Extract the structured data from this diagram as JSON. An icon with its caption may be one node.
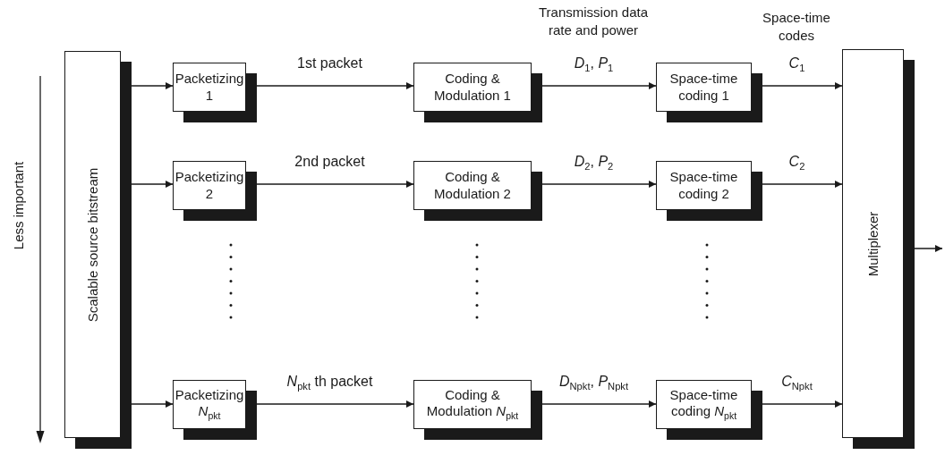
{
  "diagram": {
    "nodes": [
      {
        "text": [
          "Scalable source bitstream"
        ]
      },
      {
        "text": [
          "Packetizing 1"
        ]
      },
      {
        "text": [
          "Packetizing 2"
        ]
      },
      {
        "text": [
          "Packetizing *N*$_{pkt}$"
        ]
      },
      {
        "text": [
          "Coding & Modulation 1"
        ]
      },
      {
        "text": [
          "Coding & Modulation 2"
        ]
      },
      {
        "text": [
          "Coding & Modulation *N*$_{pkt}$"
        ]
      },
      {
        "text": [
          "Space-time coding 1"
        ]
      },
      {
        "text": [
          "Space-time coding 2"
        ]
      },
      {
        "text": [
          "Space-time coding *N*$_{pkt}$"
        ]
      },
      {
        "text": [
          "Multiplexer"
        ]
      }
    ],
    "edges": [
      {
        "from": 0,
        "to": 1,
        "arrow": "to"
      },
      {
        "from": 0,
        "to": 2,
        "arrow": "to"
      },
      {
        "from": 0,
        "to": 3,
        "arrow": "to"
      },
      {
        "from": 1,
        "to": 4,
        "arrow": "to",
        "label": "1st packet"
      },
      {
        "from": 2,
        "to": 5,
        "arrow": "to",
        "label": "2nd packet"
      },
      {
        "from": 3,
        "to": 6,
        "arrow": "to",
        "label": "*N*$_{pkt}$ th  packet"
      },
      {
        "from": 4,
        "to": 7,
        "arrow": "to",
        "label": "*D*$_{1}$,  *P*$_{1}$"
      },
      {
        "from": 5,
        "to": 8,
        "arrow": "to",
        "label": "*D*$_{2}$,  *P*$_{2}$"
      },
      {
        "from": 6,
        "to": 9,
        "arrow": "to",
        "label": "*D*$_{Npkt}$,  *P*$_{Npkt}$"
      },
      {
        "from": 7,
        "to": 10,
        "arrow": "to",
        "label": "*C*$_{1}$"
      },
      {
        "from": 8,
        "to": 10,
        "arrow": "to",
        "label": "*C*$_{2}$"
      },
      {
        "from": 9,
        "to": 10,
        "arrow": "to",
        "label": "*C*$_{Npkt}$"
      },
      {
        "from": 10,
        "to": null,
        "arrow": "to"
      }
    ],
    "labels": [
      "Less important",
      "Transmission data rate and power",
      "Space-time codes"
    ]
  }
}
